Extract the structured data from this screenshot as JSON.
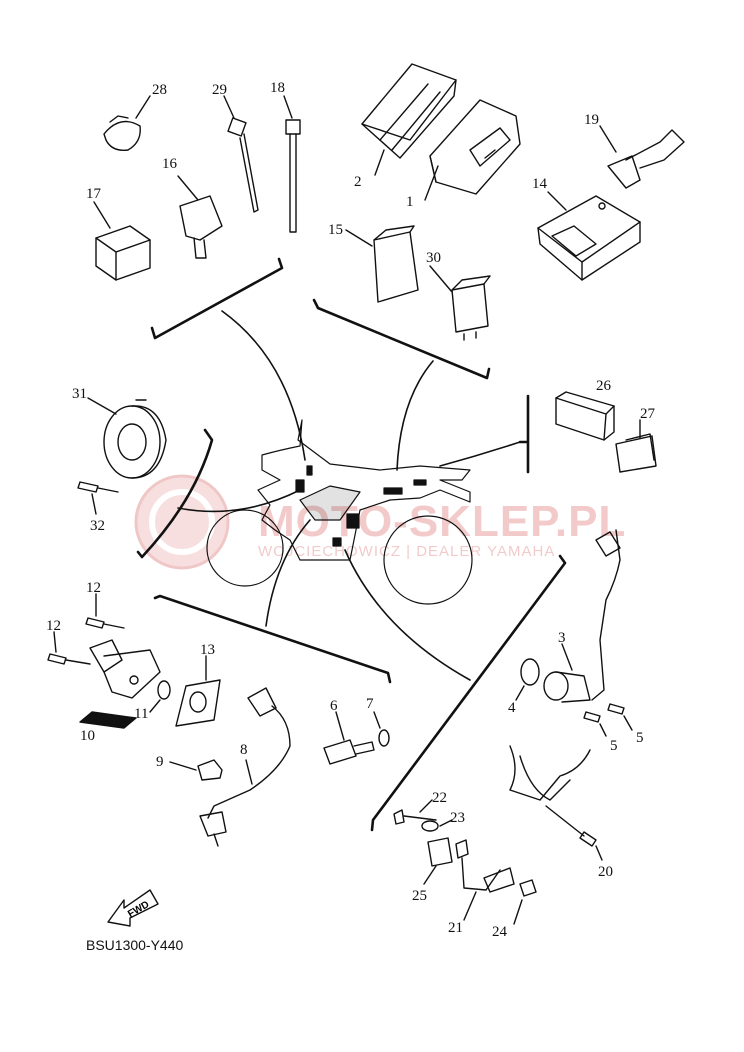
{
  "diagram": {
    "code": "BSU1300-Y440",
    "fwd_label": "FWD",
    "watermark": {
      "main": "MOTO-SKLEP.PL",
      "sub": "WOJCIECHOWICZ | DEALER YAMAHA",
      "color": "#e8a0a0"
    },
    "callouts": [
      "1",
      "2",
      "3",
      "4",
      "5",
      "5",
      "6",
      "7",
      "8",
      "9",
      "10",
      "11",
      "12",
      "12",
      "13",
      "14",
      "15",
      "16",
      "17",
      "18",
      "19",
      "20",
      "21",
      "22",
      "23",
      "24",
      "25",
      "26",
      "27",
      "28",
      "29",
      "30",
      "31",
      "32"
    ]
  }
}
